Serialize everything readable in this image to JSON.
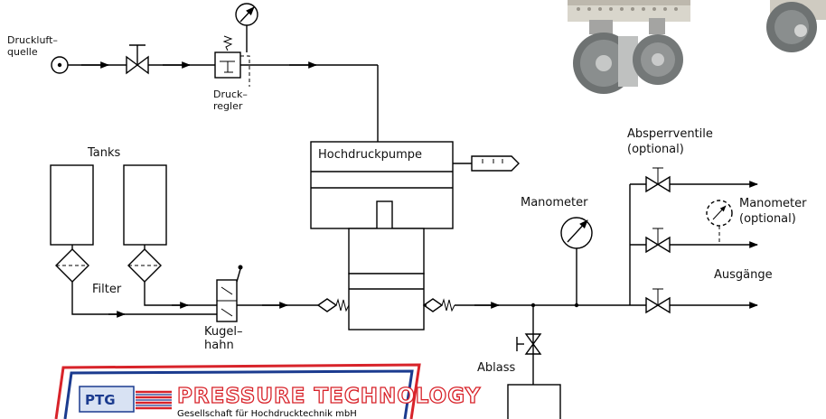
{
  "labels": {
    "source": [
      "Druckluft–",
      "quelle"
    ],
    "regulator": [
      "Druck–",
      "regler"
    ],
    "tanks": "Tanks",
    "filter": "Filter",
    "pump": "Hochdruckpumpe",
    "valve": [
      "Kugel–",
      "hahn"
    ],
    "manometer": "Manometer",
    "shutoff": [
      "Absperrventile",
      "(optional)"
    ],
    "manometer_optional": [
      "Manometer",
      "(optional)"
    ],
    "outputs": "Ausgänge",
    "drain": "Ablass"
  },
  "logo": {
    "mark": "PTG",
    "brand": "PRESSURE TECHNOLOGY",
    "subtitle": "Gesellschaft für Hochdrucktechnik mbH",
    "colors": {
      "outline_red": "#d8232a",
      "outline_blue": "#1b3b8f"
    }
  }
}
